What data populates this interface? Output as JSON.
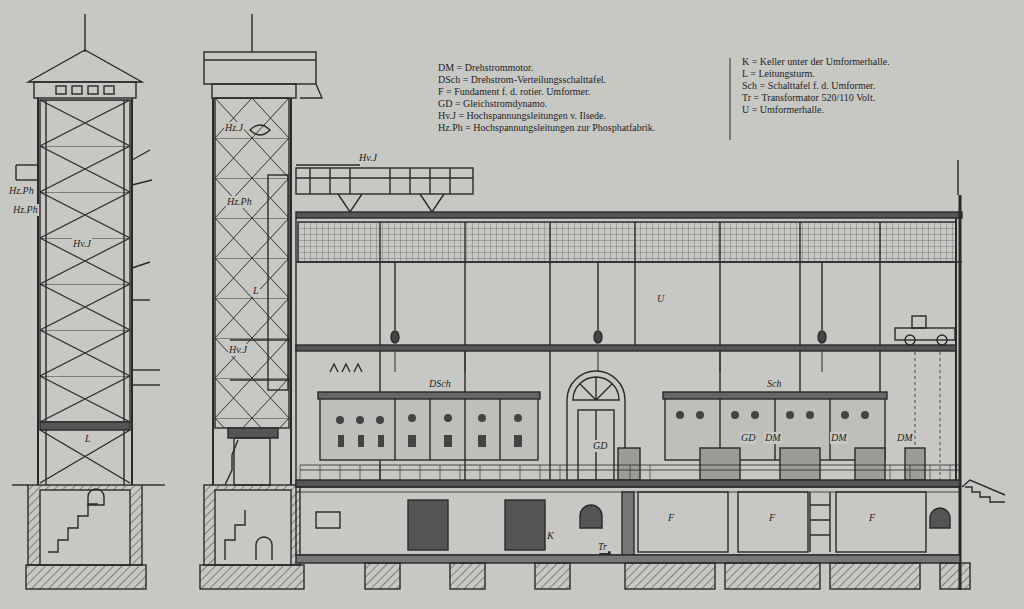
{
  "diagram": {
    "labels": [
      "DM = Drehstrommotor.",
      "DSch = Drehstrom-Verteilungsschalttafel.",
      "F = Fundament f. d. rotier. Umformer.",
      "GD = Gleichstromdynamo.",
      "Hv.J = Hochspannungsleitungen v. Ilsede.",
      "Hz.Ph = Hochspannungsleitungen zur Phosphatfabrik.",
      "K = Keller unter der Umformerhalle.",
      "L = Leitungsturm.",
      "Sch = Schalttafel f. d. Umformer.",
      "Tr = Transformator 520/110 Volt.",
      "U = Umformerhalle.",
      "Hz.Ph",
      "Hz.Ph",
      "Hv.J",
      "L",
      "Hz.J",
      "Hz.Ph",
      "L",
      "Hv.J",
      "Hv.J",
      "U",
      "DSch",
      "Sch",
      "GD",
      "GD",
      "DM",
      "DM",
      "DM",
      "K",
      "Tr",
      "F",
      "F",
      "F"
    ]
  }
}
